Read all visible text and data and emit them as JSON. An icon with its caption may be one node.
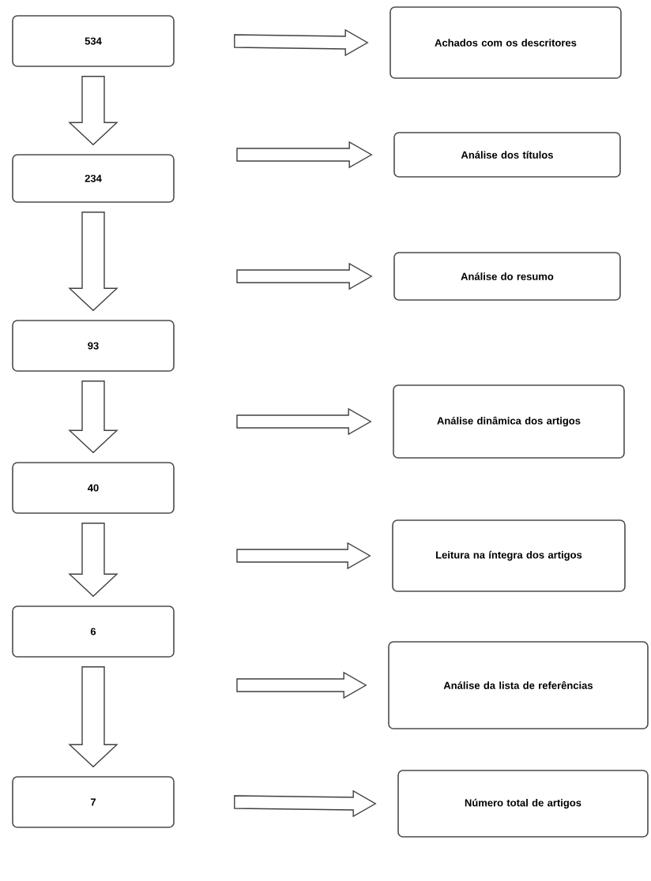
{
  "diagram": {
    "nodes": [
      {
        "text": [
          "534"
        ]
      },
      {
        "text": [
          "Achados com os descritores"
        ]
      },
      {
        "text": [
          "Análise dos títulos"
        ]
      },
      {
        "text": [
          "234"
        ]
      },
      {
        "text": [
          "Análise do resumo"
        ]
      },
      {
        "text": [
          "93"
        ]
      },
      {
        "text": [
          "Análise dinâmica dos artigos"
        ]
      },
      {
        "text": [
          "40"
        ]
      },
      {
        "text": [
          "Leitura na íntegra dos artigos"
        ]
      },
      {
        "text": [
          "6"
        ]
      },
      {
        "text": [
          "Análise da lista de referências"
        ]
      },
      {
        "text": [
          "7"
        ]
      },
      {
        "text": [
          "Número total de artigos"
        ]
      }
    ],
    "edges": [
      {
        "from": 0,
        "to": 1,
        "arrow": "to"
      },
      {
        "from": null,
        "to": 2,
        "arrow": "to"
      },
      {
        "from": null,
        "to": 4,
        "arrow": "to"
      },
      {
        "from": null,
        "to": 6,
        "arrow": "to"
      },
      {
        "from": null,
        "to": 8,
        "arrow": "to"
      },
      {
        "from": null,
        "to": 10,
        "arrow": "to"
      },
      {
        "from": 11,
        "to": 12,
        "arrow": "to"
      },
      {
        "from": 0,
        "to": 3,
        "arrow": "to"
      },
      {
        "from": 3,
        "to": 5,
        "arrow": "to"
      },
      {
        "from": 5,
        "to": 7,
        "arrow": "to"
      },
      {
        "from": 7,
        "to": 9,
        "arrow": "to"
      },
      {
        "from": 9,
        "to": 11,
        "arrow": "to"
      }
    ]
  }
}
